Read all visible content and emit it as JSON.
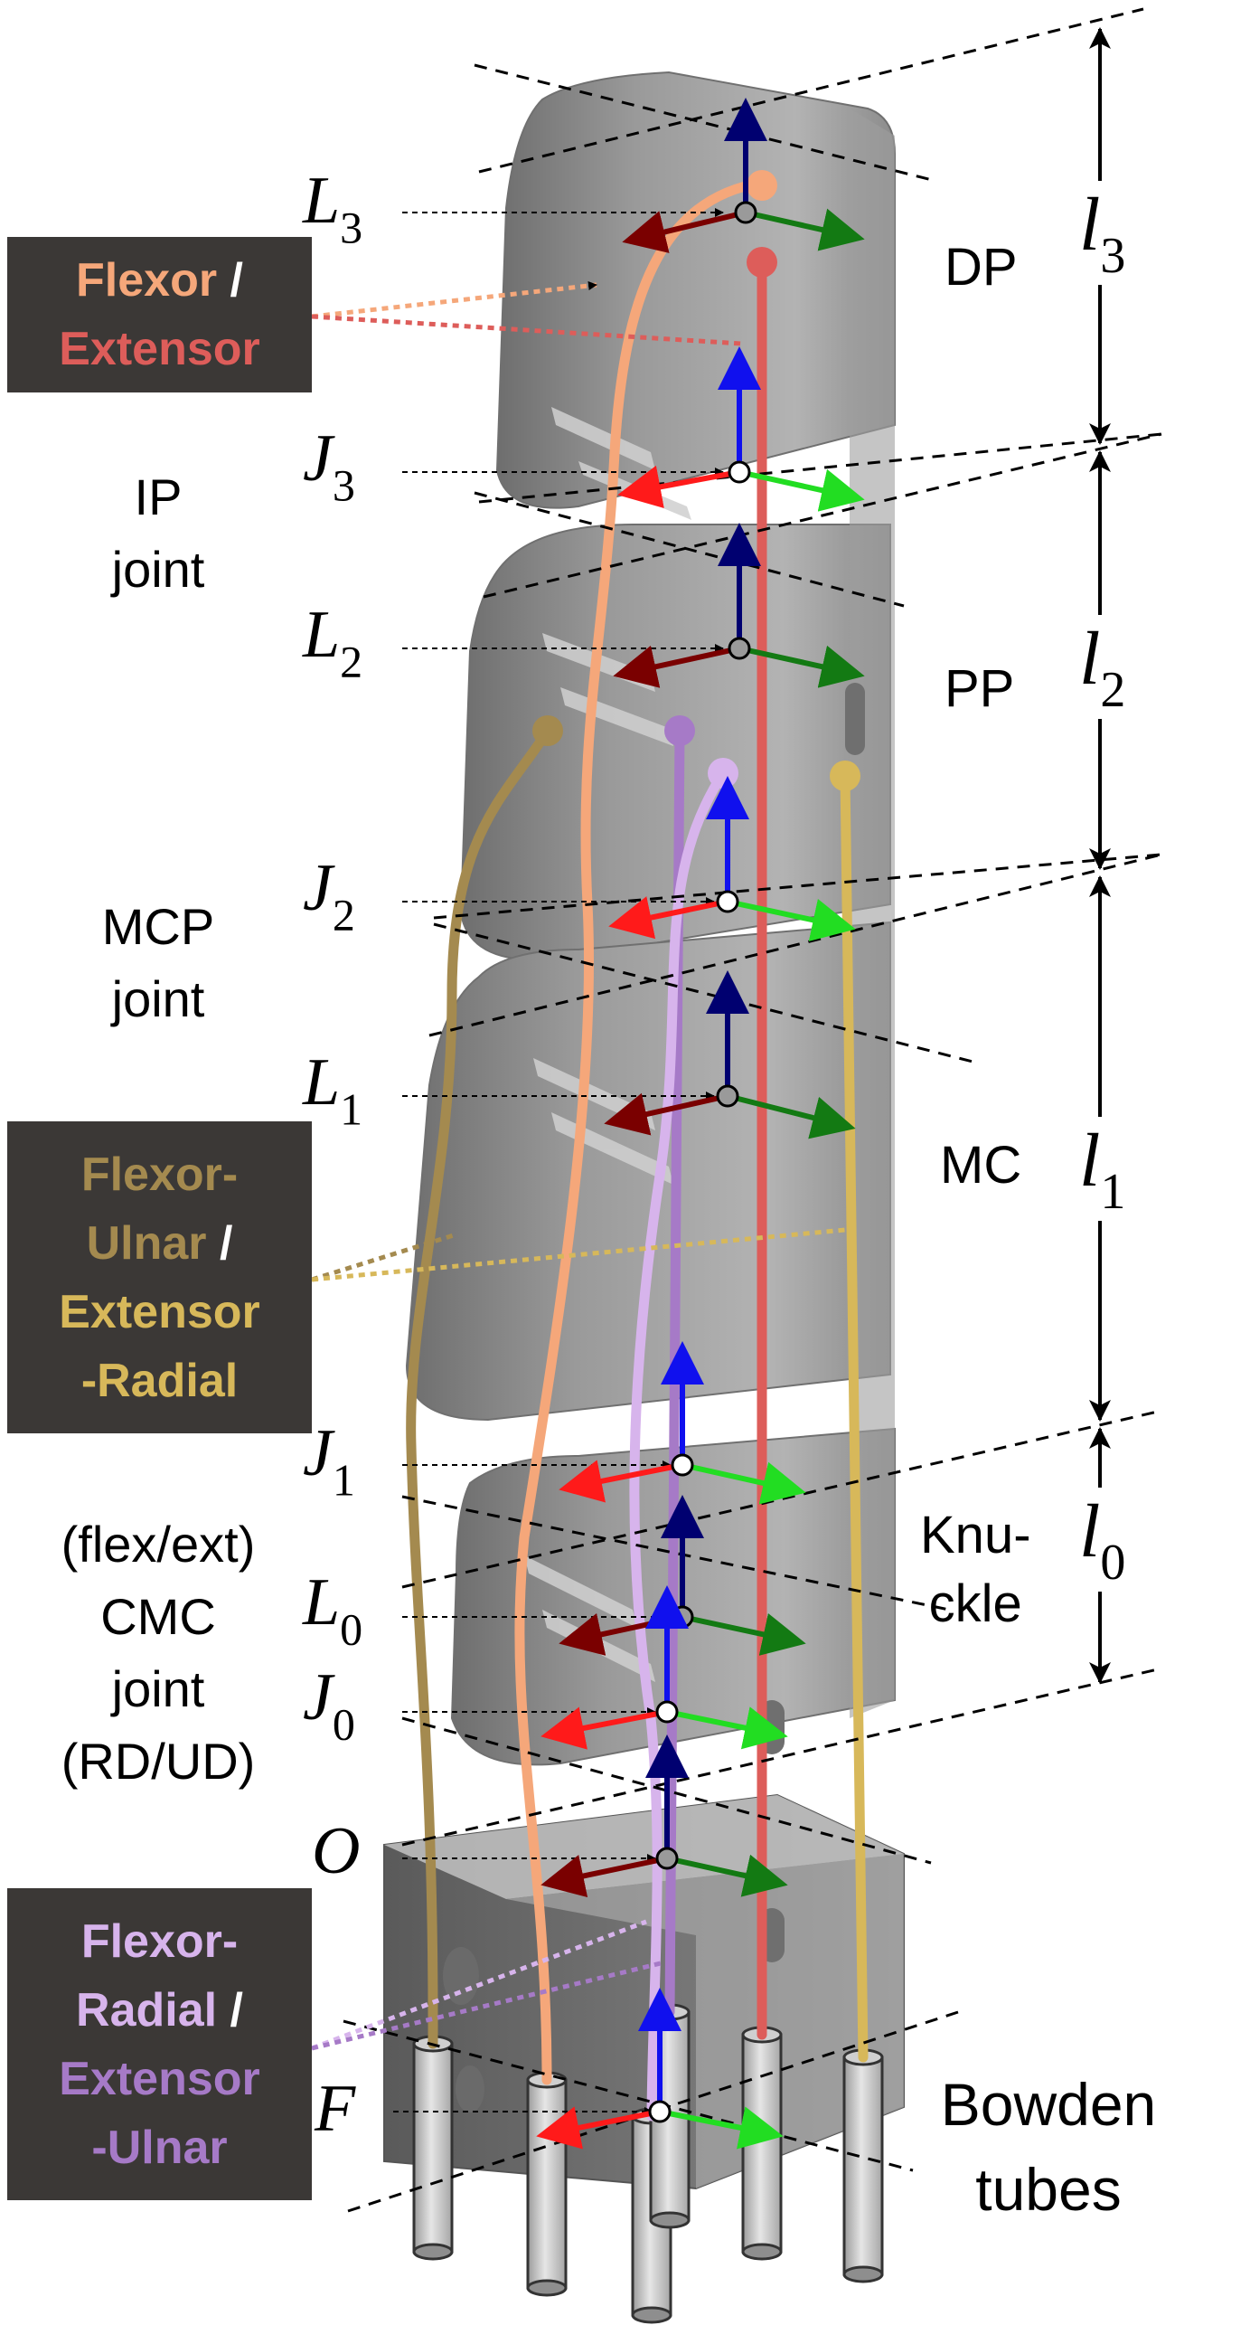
{
  "colors": {
    "flexor": "#f5a77a",
    "extensor": "#dd5d5a",
    "flexor_ulnar": "#a48a4f",
    "extensor_radial": "#d7b85a",
    "flexor_radial": "#d7b4ec",
    "extensor_ulnar": "#a67ac7",
    "box_bg": "#3b3836",
    "axis_x": "#ff1a1a",
    "axis_y": "#22dd22",
    "axis_z": "#1010ee",
    "axis_x_dark": "#7a0000",
    "axis_y_dark": "#137a13",
    "axis_z_dark": "#000070"
  },
  "legend_boxes": {
    "box1": {
      "part1": "Flexor",
      "sep": " /",
      "part2": "Extensor"
    },
    "box2": {
      "part1": "Flexor-",
      "part2": "Ulnar",
      "sep": " /",
      "part3": "Extensor",
      "part4": "-Radial"
    },
    "box3": {
      "part1": "Flexor-",
      "part2": "Radial",
      "sep": " /",
      "part3": "Extensor",
      "part4": "-Ulnar"
    }
  },
  "joint_labels": {
    "ip": [
      "IP",
      "joint"
    ],
    "mcp": [
      "MCP",
      "joint"
    ],
    "cmc": [
      "(flex/ext)",
      "CMC",
      "joint",
      "(RD/UD)"
    ]
  },
  "frames": [
    {
      "sym": "L",
      "sub": "3"
    },
    {
      "sym": "J",
      "sub": "3"
    },
    {
      "sym": "L",
      "sub": "2"
    },
    {
      "sym": "J",
      "sub": "2"
    },
    {
      "sym": "L",
      "sub": "1"
    },
    {
      "sym": "J",
      "sub": "1"
    },
    {
      "sym": "L",
      "sub": "0"
    },
    {
      "sym": "J",
      "sub": "0"
    },
    {
      "sym": "O",
      "sub": ""
    },
    {
      "sym": "F",
      "sub": ""
    }
  ],
  "segments": {
    "dp": "DP",
    "pp": "PP",
    "mc": "MC",
    "knuckle": [
      "Knu-",
      "ckle"
    ]
  },
  "lengths": [
    {
      "sym": "l",
      "sub": "3"
    },
    {
      "sym": "l",
      "sub": "2"
    },
    {
      "sym": "l",
      "sub": "1"
    },
    {
      "sym": "l",
      "sub": "0"
    }
  ],
  "bowden": [
    "Bowden",
    "tubes"
  ]
}
